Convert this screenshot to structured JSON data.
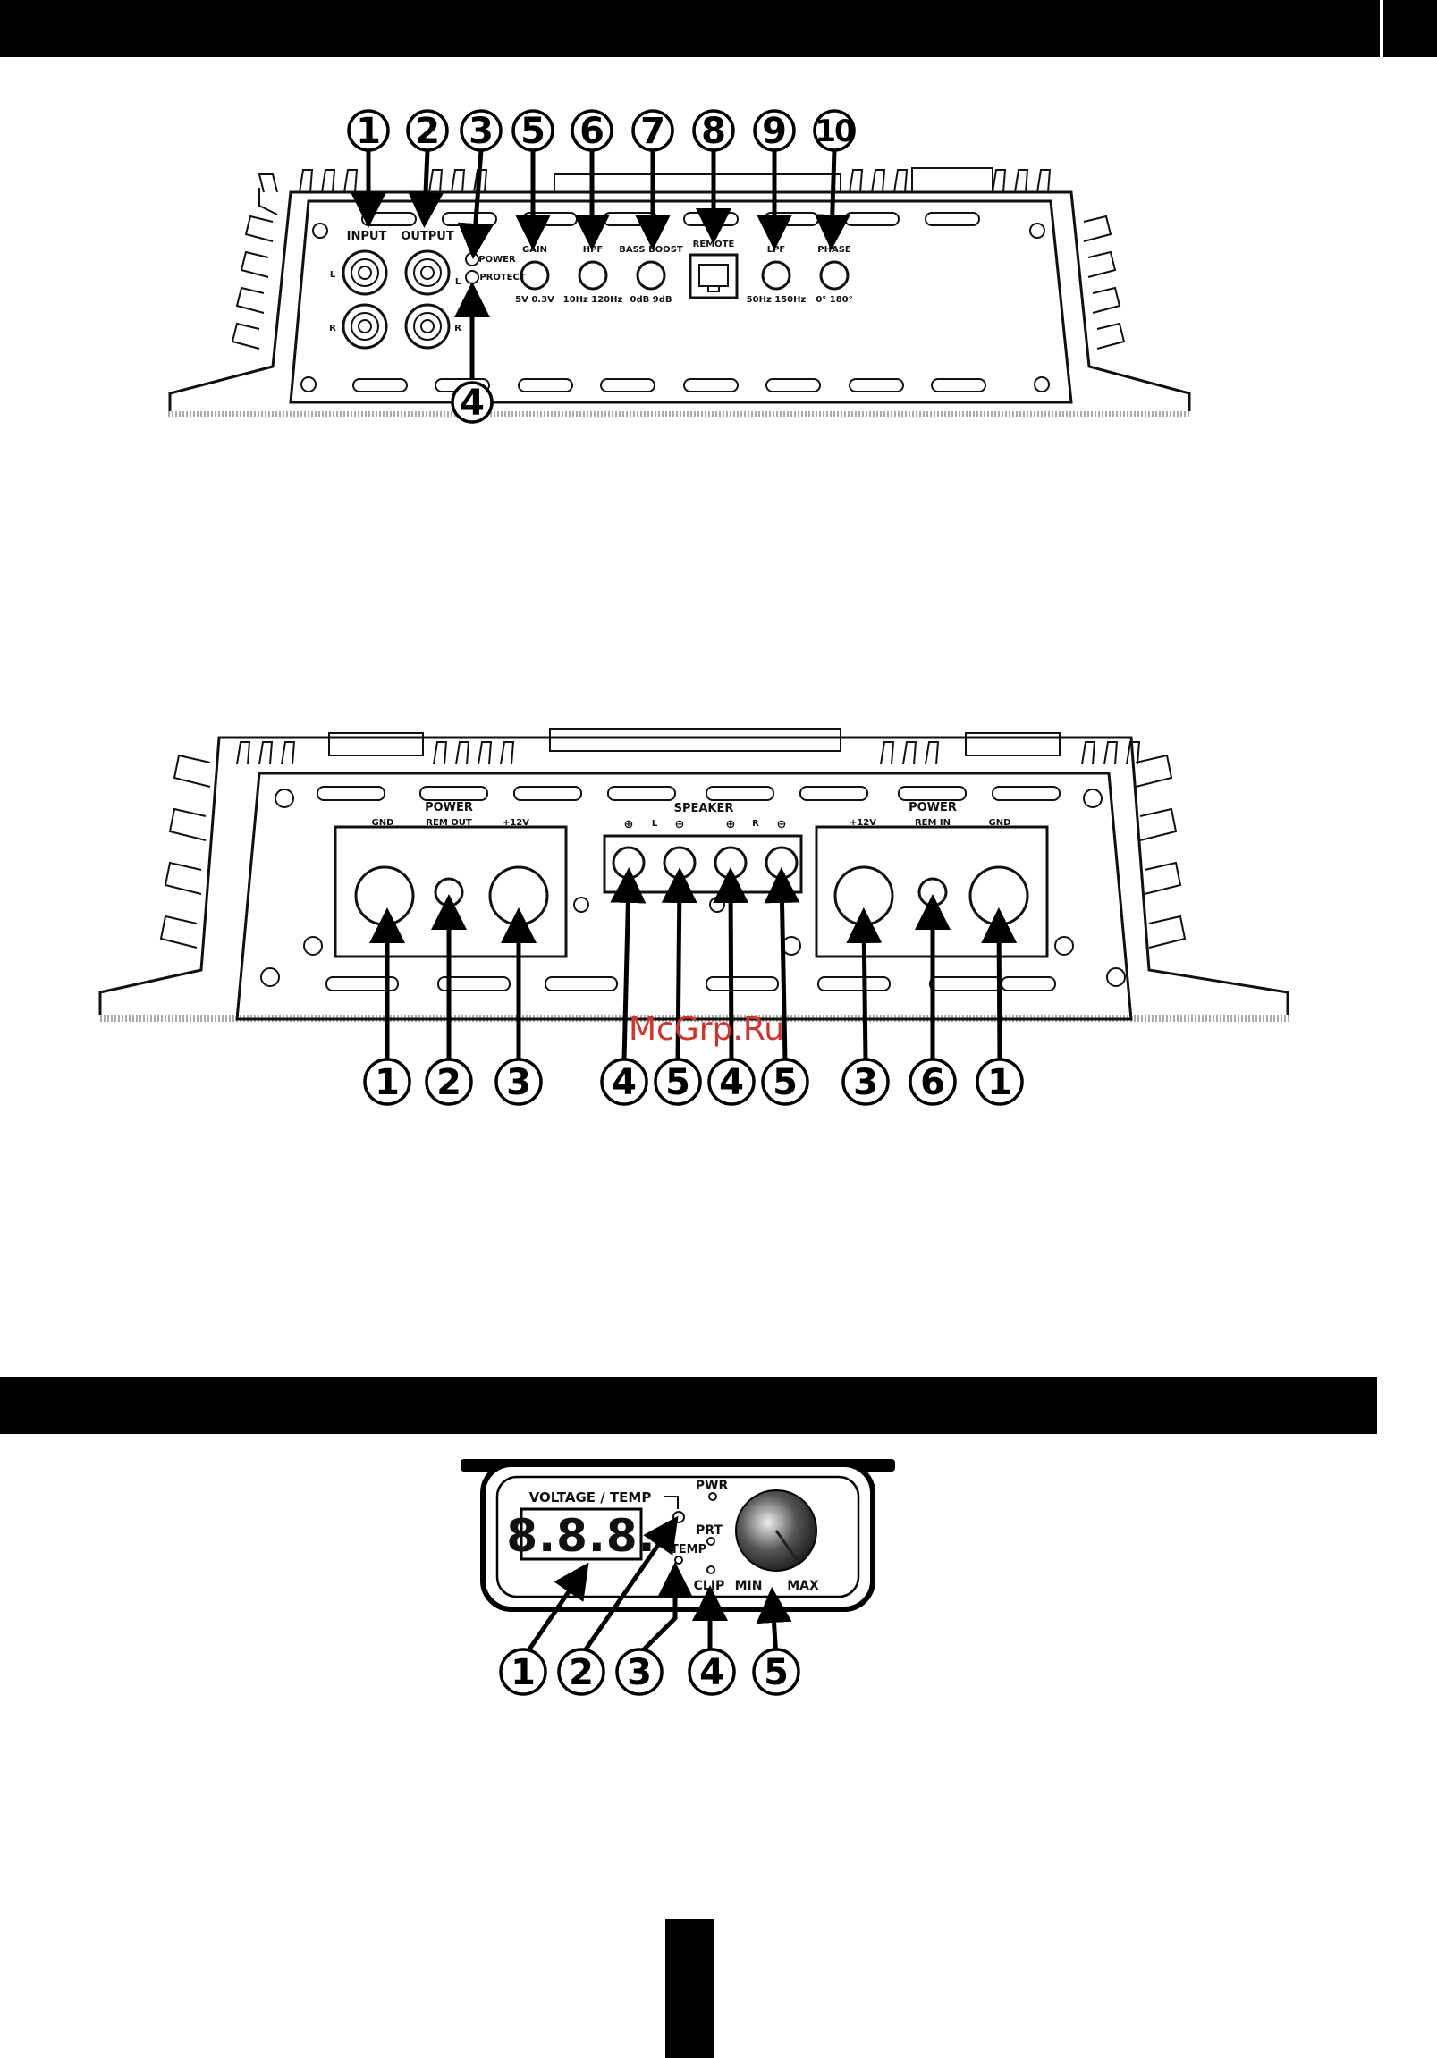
{
  "watermark": "McGrp.Ru",
  "top_panel": {
    "callouts": [
      "1",
      "2",
      "3",
      "5",
      "6",
      "7",
      "8",
      "9",
      "10"
    ],
    "bottom_callout": "4",
    "labels": {
      "input": "INPUT",
      "output": "OUTPUT",
      "power": "POWER",
      "protect": "PROTECT",
      "ch_l": "L",
      "ch_r": "R",
      "gain": "GAIN",
      "gain_range": "5V  0.3V",
      "hpf": "HPF",
      "hpf_range": "10Hz  120Hz",
      "bass_boost": "BASS BOOST",
      "bass_range": "0dB  9dB",
      "remote": "REMOTE",
      "lpf": "LPF",
      "lpf_range": "50Hz  150Hz",
      "phase": "PHASE",
      "phase_range": "0°  180°"
    }
  },
  "bottom_panel": {
    "callouts": [
      "1",
      "2",
      "3",
      "4",
      "5",
      "4",
      "5",
      "3",
      "6",
      "1"
    ],
    "labels": {
      "gnd_left": "GND",
      "power_left": "POWER",
      "rem_out": "REM OUT",
      "v12_left": "+12V",
      "speaker": "SPEAKER",
      "sp_plus_l": "⊕",
      "sp_l": "L",
      "sp_minus_l": "⊖",
      "sp_plus_r": "⊕",
      "sp_r": "R",
      "sp_minus_r": "⊖",
      "v12_right": "+12V",
      "power_right": "POWER",
      "rem_in": "REM IN",
      "gnd_right": "GND"
    }
  },
  "remote_panel": {
    "callouts": [
      "1",
      "2",
      "3",
      "4",
      "5"
    ],
    "labels": {
      "voltage_temp": "VOLTAGE / TEMP",
      "display": "8.8.8.",
      "pwr": "PWR",
      "prt": "PRT",
      "temp": "TEMP",
      "clip": "CLIP",
      "min": "MIN",
      "max": "MAX"
    }
  }
}
